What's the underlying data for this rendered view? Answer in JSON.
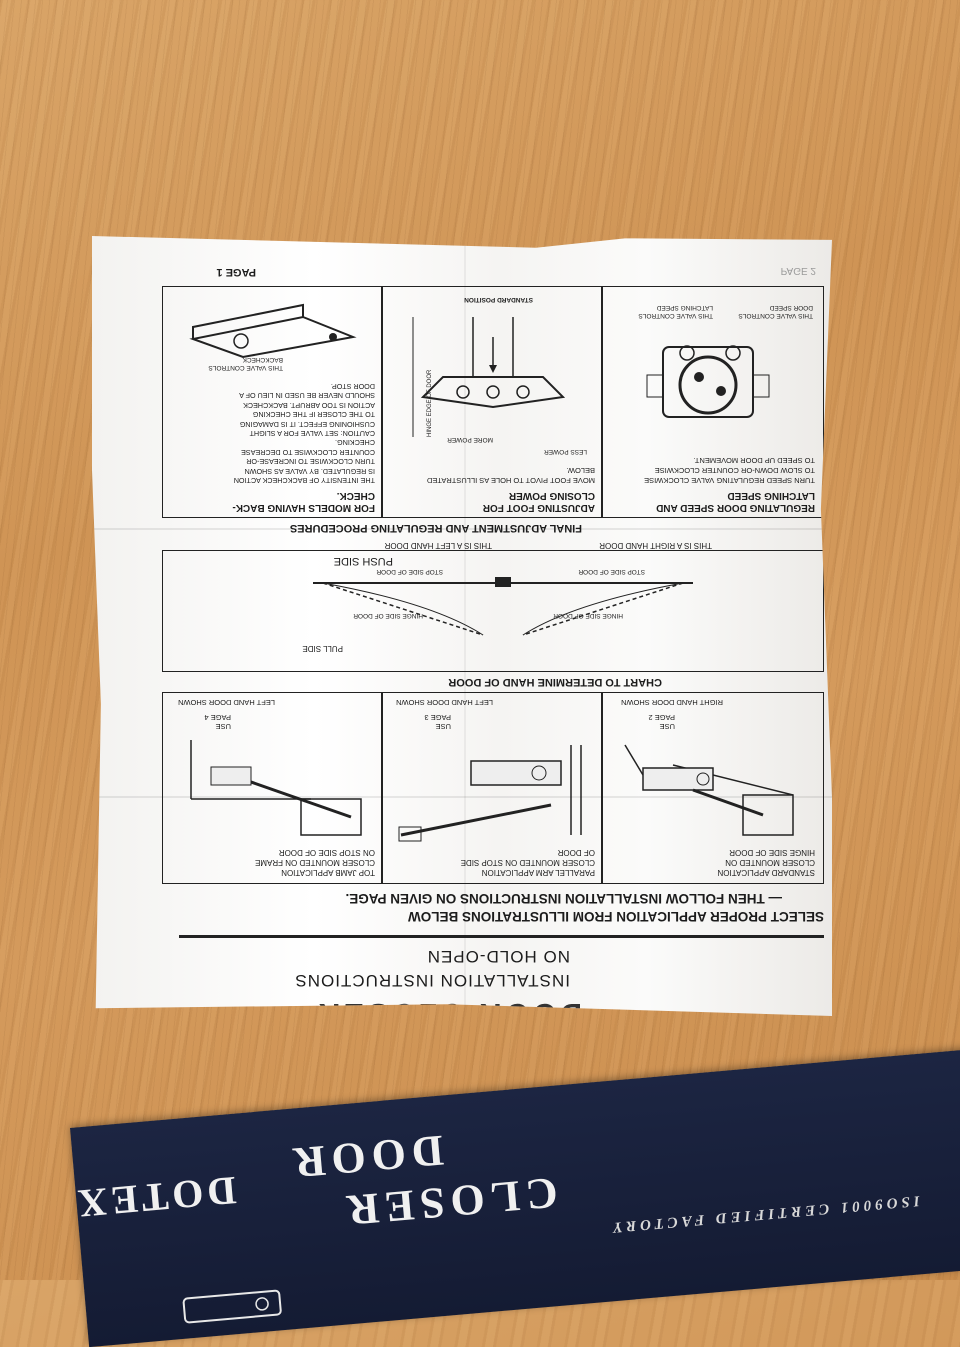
{
  "sheet": {
    "header": {
      "title_partial": "DOOR CLOSER",
      "line1": "INSTALLATION  INSTRUCTIONS",
      "line2": "NO  HOLD-OPEN"
    },
    "select_heading": "SELECT PROPER APPLICATION FROM ILLUSTRATIONS BELOW",
    "select_subheading": "— THEN FOLLOW INSTALLATION INSTRUCTIONS ON GIVEN PAGE.",
    "applications": [
      {
        "caption": "STANDARD APPLICATION\nCLOSER MOUNTED ON\nHINGE SIDE OF DOOR",
        "use": "USE\nPAGE 2",
        "hand": "RIGHT HAND DOOR SHOWN"
      },
      {
        "caption": "PARALLEL ARM APPLICATION\nCLOSER MOUNTED ON STOP SIDE\nOF DOOR",
        "use": "USE\nPAGE 3",
        "hand": "LEFT HAND DOOR SHOWN"
      },
      {
        "caption": "TOP JAMB APPLICATION\nCLOSER MOUNTED ON FRAME\nON STOP SIDE OF DOOR",
        "use": "USE\nPAGE 4",
        "hand": "LEFT HAND DOOR SHOWN"
      }
    ],
    "hand_chart": {
      "title": "CHART TO DETERMINE HAND OF DOOR",
      "pull_side": "PULL SIDE",
      "push_side": "PUSH SIDE",
      "hinge_side_left": "HINGE SIDE OF DOOR",
      "hinge_side_right": "HINGE SIDE OF DOOR",
      "stop_side_left": "STOP SIDE OF DOOR",
      "stop_side_right": "STOP SIDE OF DOOR",
      "right_hand": "THIS IS A RIGHT HAND DOOR",
      "left_hand": "THIS IS A LEFT HAND DOOR"
    },
    "final_title": "FINAL ADJUSTMENT AND REGULATING PROCEDURES",
    "procedures": [
      {
        "heading": "REGULATING DOOR SPEED AND\nLATCHING SPEED",
        "body": "TURN SPEED REGULATING VALVE CLOCKWISE\nTO SLOW DOWN-OR COUNTER CLOCKWISE\nTO SPEED UP DOOR MOVEMENT.",
        "label_door_speed": "THIS VALVE CONTROLS\nDOOR SPEED",
        "label_latching": "THIS VALVE CONTROLS\nLATCHING SPEED"
      },
      {
        "heading": "ADJUSTING FOOT FOR\nCLOSING POWER",
        "body": "MOVE FOOT PIVOT TO HOLE AS ILLUSTRATED\nBELOW.",
        "standard_position": "STANDARD POSITION",
        "hinge_edge": "HINGE EDGE OF DOOR",
        "more_power": "MORE POWER",
        "less_power": "LESS POWER"
      },
      {
        "heading": "FOR MODELS HAVING BACK-\nCHECK.",
        "body": "THE INTENSITY OF BACKCHECK ACTION\nIS REGULATED. BY VALVE AS SHOWN\nTURN CLOCKWISE TO INCREASE-OR\nCOUNTER CLOCKWISE TO DECREASE\nCHECKING.\nCAUTION: SET VALVE FOR A SLIGHT\nCUSHIONING EFFECT. IT IS DAMAGING\nTO THE CLOSER IF THE CHECKING\nACTION IS TOO ABRUPT. BACKCHECK\nSHOULD NEVER BE USED IN LIEU OF A\nDOOR STOP.",
        "valve_label": "THIS VALVE CONTROLS\nBACKCHECK"
      }
    ],
    "page_label": "PAGE 1",
    "page2_ghost": "PAGE 2"
  },
  "package": {
    "brand": "DOTEX",
    "product_line1": "DOOR",
    "product_line2": "CLOSER",
    "certification": "ISO9001 CERTIFIED FACTORY"
  }
}
